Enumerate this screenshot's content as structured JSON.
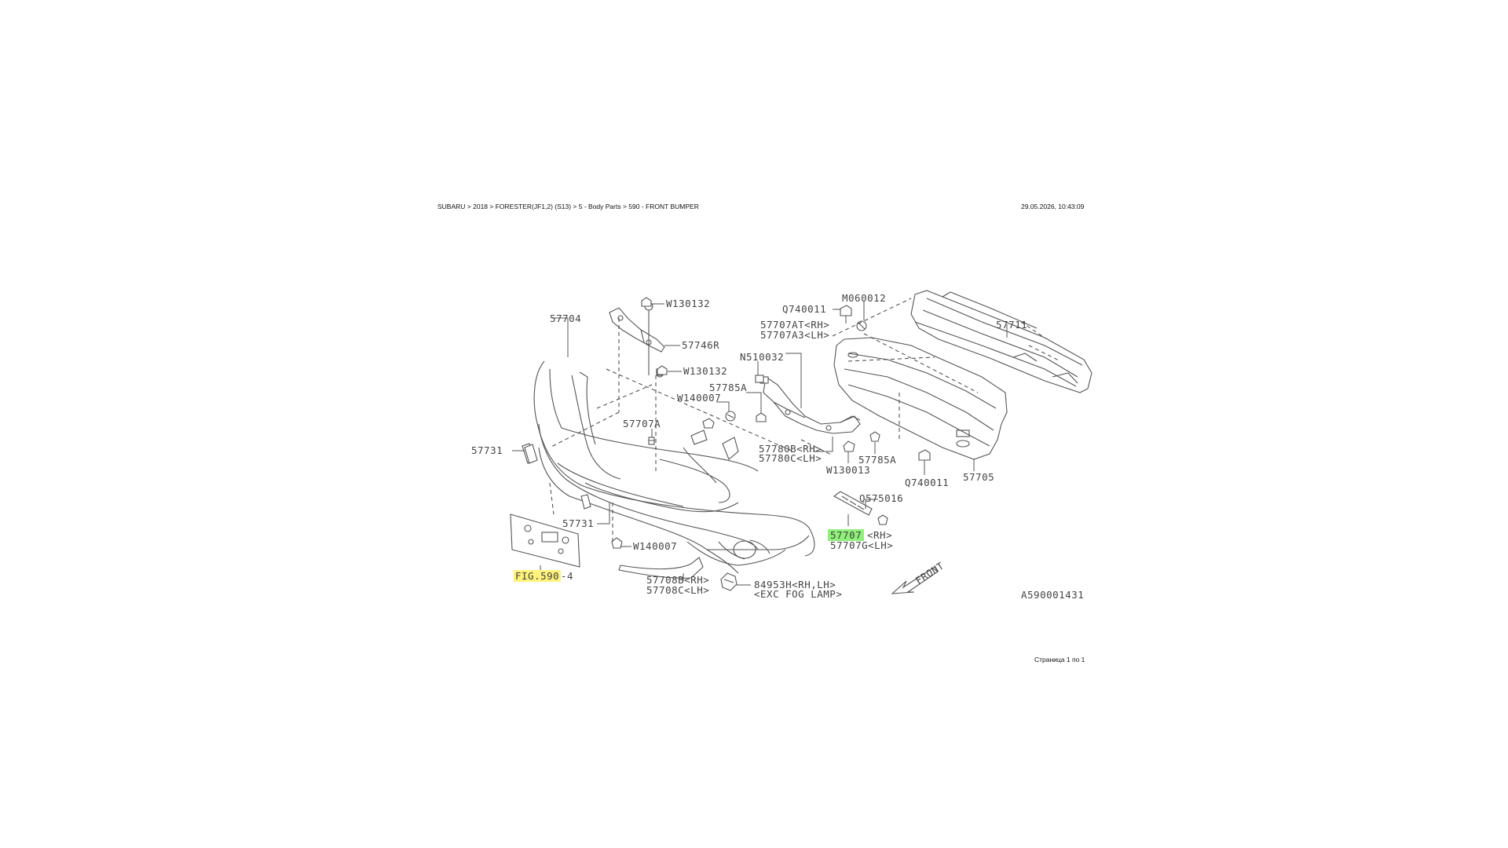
{
  "header": {
    "breadcrumb": "SUBARU > 2018 > FORESTER(JF1,2) (S13) > 5 - Body Parts > 590 - FRONT BUMPER",
    "timestamp": "29.05.2026, 10:43:09"
  },
  "footer": {
    "page_info": "Страница 1 по 1"
  },
  "highlight_colors": {
    "reference": "#fff27a",
    "selected_part": "#8ff07a"
  },
  "diagram": {
    "labels": {
      "p57704": "57704",
      "w130132_top": "W130132",
      "p57746r": "57746R",
      "w130132_mid": "W130132",
      "q740011_top": "Q740011",
      "m060012": "M060012",
      "p57711": "57711",
      "p57707at": "57707AT<RH>",
      "p57707a3": "57707A3<LH>",
      "n510032": "N510032",
      "p57785a_left": "57785A",
      "w140007_top": "W140007",
      "p57707a": "57707A",
      "p57731_left": "57731",
      "p57780b": "57780B<RH>",
      "p57780c": "57780C<LH>",
      "p57785a_right": "57785A",
      "w130013": "W130013",
      "q740011_bottom": "Q740011",
      "p57705": "57705",
      "q575016": "Q575016",
      "p57731_mid": "57731",
      "p57707_selected": "57707",
      "p57707_rh": "<RH>",
      "p57707g": "57707G<LH>",
      "w140007_bottom": "W140007",
      "fig590": "FIG.590",
      "fig590_suffix": "-4",
      "p57708b": "57708B<RH>",
      "p57708c": "57708C<LH>",
      "p84953": "84953H<RH,LH>",
      "exc_fog": "<EXC FOG LAMP>",
      "front": "FRONT",
      "diagram_id": "A590001431"
    }
  }
}
